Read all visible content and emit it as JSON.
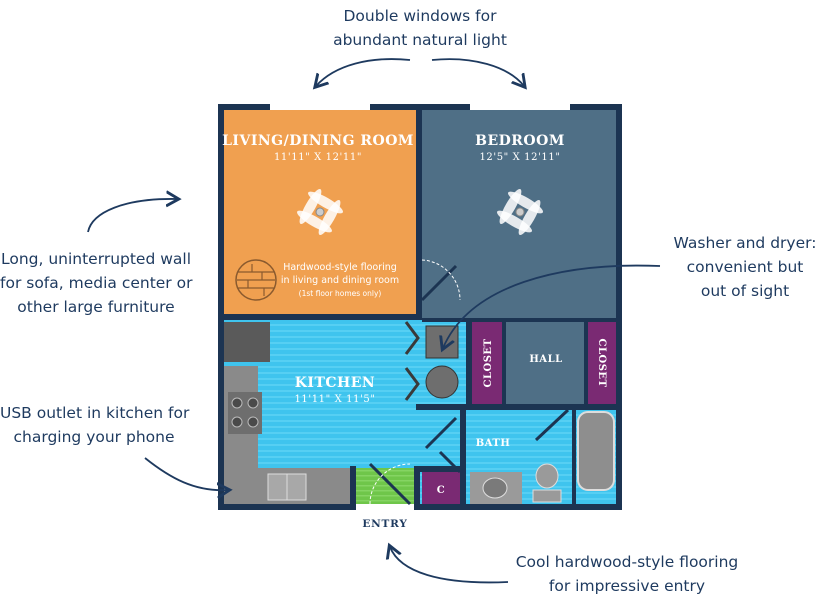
{
  "annotations": {
    "windows": [
      "Double windows for",
      "abundant natural light"
    ],
    "wall": [
      "Long, uninterrupted wall",
      "for sofa, media center or",
      "other large furniture"
    ],
    "washer": [
      "Washer and dryer:",
      "convenient but",
      "out of sight"
    ],
    "usb": [
      "USB outlet in kitchen for",
      "charging your phone"
    ],
    "entry_floor": [
      "Cool hardwood-style flooring",
      "for impressive entry"
    ]
  },
  "rooms": {
    "living": {
      "name": "LIVING/DINING ROOM",
      "dims": "11'11\" X 12'11\""
    },
    "bedroom": {
      "name": "BEDROOM",
      "dims": "12'5\" X 12'11\""
    },
    "kitchen": {
      "name": "KITCHEN",
      "dims": "11'11\" X 11'5\""
    },
    "hall": "HALL",
    "bath": "BATH",
    "closet_left": "CLOSET",
    "closet_right": "CLOSET",
    "coat_closet": "C",
    "entry": "ENTRY"
  },
  "flooring_note": {
    "line1": "Hardwood-style flooring",
    "line2": "in living and dining room",
    "line3": "(1st floor homes only)"
  },
  "colors": {
    "living": "#f0a050",
    "bedroom": "#4f6f86",
    "kitchen": "#3fc4ee",
    "closet": "#7a2a73",
    "wall": "#1c3452",
    "entry": "#6fc64a",
    "note_text": "#1e3a5f"
  }
}
